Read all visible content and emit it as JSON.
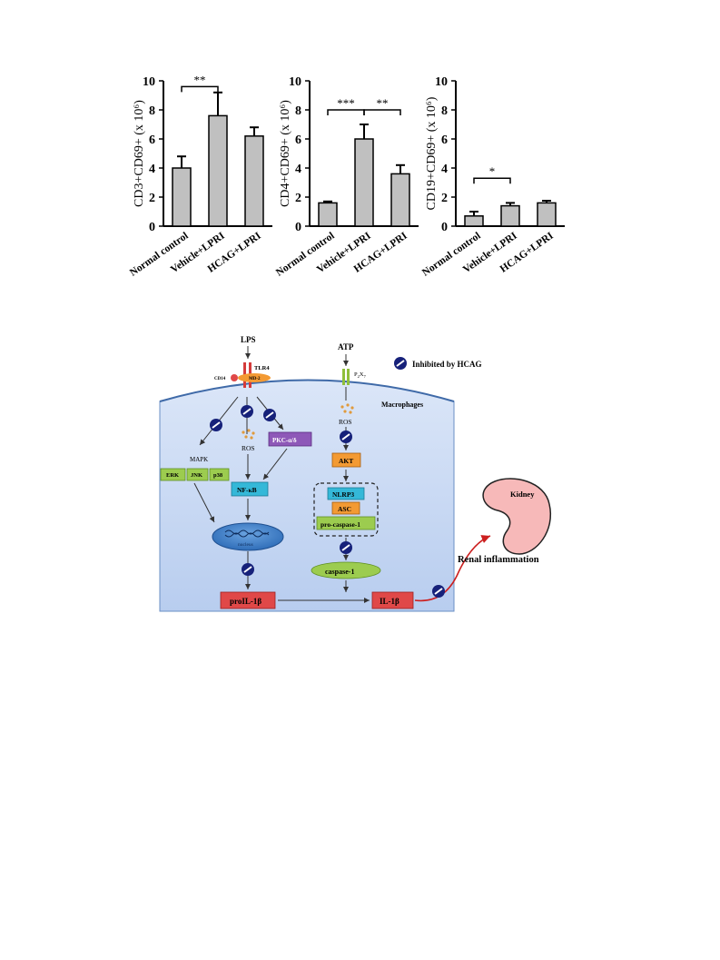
{
  "chart_data": [
    {
      "type": "bar",
      "categories": [
        "Normal control",
        "Vehicle+LPRI",
        "HCAG+LPRI"
      ],
      "values": [
        4.0,
        7.6,
        6.2
      ],
      "errors": [
        0.8,
        1.6,
        0.6
      ],
      "ylabel": "CD3+CD69+ (x 10⁶)",
      "ylim": [
        0,
        10
      ],
      "yticks": [
        "0",
        "2",
        "4",
        "6",
        "8",
        "10"
      ],
      "bar_color": "#c0c0c0",
      "significance": [
        {
          "from": 0,
          "to": 1,
          "label": "**"
        }
      ]
    },
    {
      "type": "bar",
      "categories": [
        "Normal control",
        "Vehicle+LPRI",
        "HCAG+LPRI"
      ],
      "values": [
        1.6,
        6.0,
        3.6
      ],
      "errors": [
        0.1,
        1.0,
        0.6
      ],
      "ylabel": "CD4+CD69+ (x 10⁶)",
      "ylim": [
        0,
        10
      ],
      "yticks": [
        "0",
        "2",
        "4",
        "6",
        "8",
        "10"
      ],
      "bar_color": "#c0c0c0",
      "significance": [
        {
          "from": 0,
          "to": 1,
          "label": "***"
        },
        {
          "from": 1,
          "to": 2,
          "label": "**"
        }
      ]
    },
    {
      "type": "bar",
      "categories": [
        "Normal control",
        "Vehicle+LPRI",
        "HCAG+LPRI"
      ],
      "values": [
        0.7,
        1.4,
        1.6
      ],
      "errors": [
        0.3,
        0.2,
        0.15
      ],
      "ylabel": "CD19+CD69+ (x 10⁶)",
      "ylim": [
        0,
        10
      ],
      "yticks": [
        "0",
        "2",
        "4",
        "6",
        "8",
        "10"
      ],
      "bar_color": "#c0c0c0",
      "significance": [
        {
          "from": 0,
          "to": 1,
          "label": "*"
        }
      ]
    }
  ],
  "diagram": {
    "legend": "Inhibited by HCAG",
    "cell_label": "Macrophages",
    "lps": "LPS",
    "tlr4": "TLR4",
    "cd14": "CD14",
    "md2": "MD-2",
    "atp": "ATP",
    "p2x7_main": "P",
    "p2x7_sub1": "2",
    "p2x7_mid": "X",
    "p2x7_sub2": "7",
    "ros_left": "ROS",
    "ros_right": "ROS",
    "mapk": "MAPK",
    "erk": "ERK",
    "jnk": "JNK",
    "p38": "p38",
    "pkc": "PKC-α/δ",
    "nfkb": "NF-κB",
    "nucleus": "nucleus",
    "proil1b": "proIL-1β",
    "akt": "AKT",
    "nlrp3": "NLRP3",
    "asc": "ASC",
    "procasp": "pro-caspase-1",
    "casp": "caspase-1",
    "il1b": "IL-1β",
    "kidney": "Kidney",
    "renal": "Renal inflammation",
    "colors": {
      "cell_fill": "#c9d9f4",
      "green_box": "#9ccc4f",
      "cyan_box": "#34b8d8",
      "orange_box": "#f39a33",
      "purple_box": "#8e58b8",
      "red_box": "#e04848",
      "inhibitor": "#16217a",
      "kidney": "#f7b9b9"
    }
  }
}
